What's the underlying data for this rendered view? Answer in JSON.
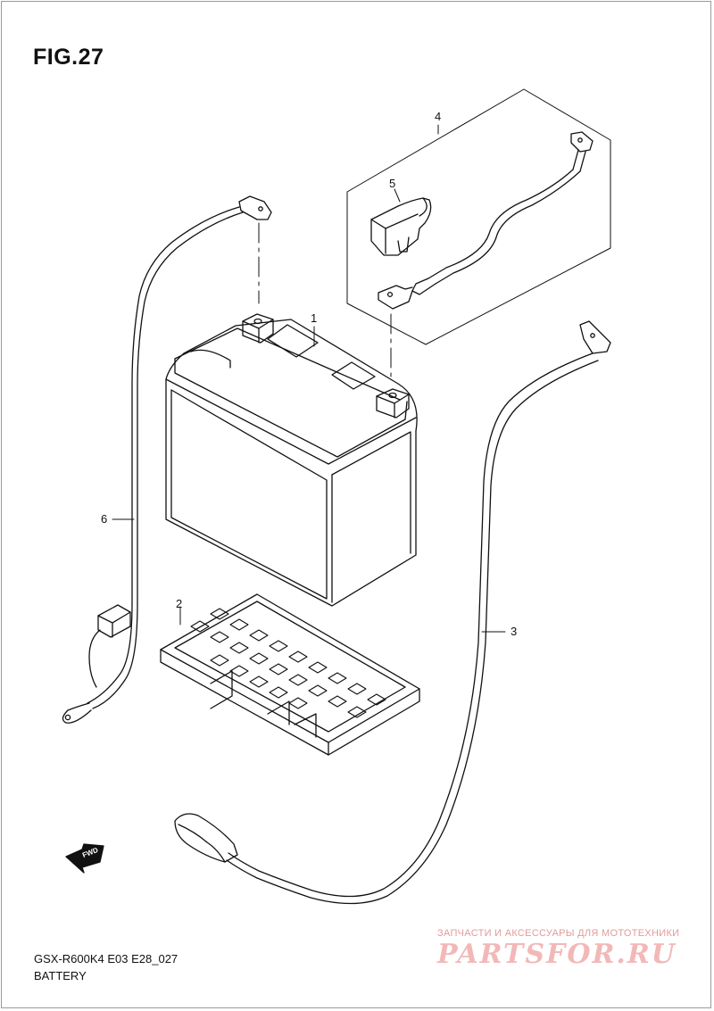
{
  "figure": {
    "title": "FIG.27",
    "model_code": "GSX-R600K4 E03 E28_027",
    "caption": "BATTERY"
  },
  "callouts": {
    "c1": "1",
    "c2": "2",
    "c3": "3",
    "c4": "4",
    "c5": "5",
    "c6": "6"
  },
  "fwd_label": "FWD",
  "watermark": {
    "tagline": "ЗАПЧАСТИ И АКСЕССУАРЫ ДЛЯ МОТОТЕХНИКИ",
    "logo": "PARTSFOR.RU"
  },
  "colors": {
    "line": "#111111",
    "watermark": "#f2b8b8"
  }
}
